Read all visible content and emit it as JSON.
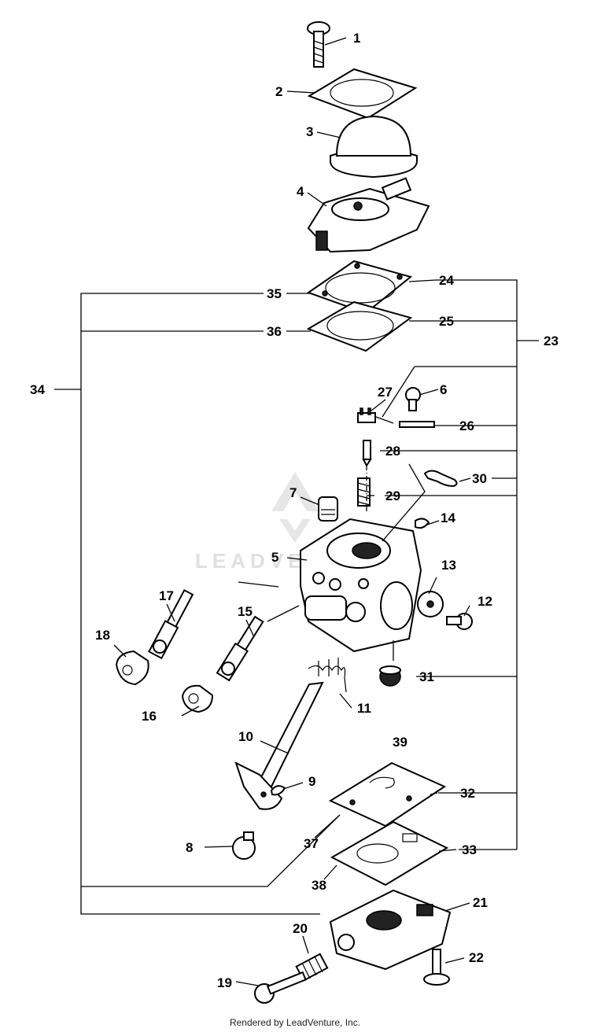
{
  "diagram": {
    "callouts": [
      "1",
      "2",
      "3",
      "4",
      "5",
      "6",
      "7",
      "8",
      "9",
      "10",
      "11",
      "12",
      "13",
      "14",
      "15",
      "16",
      "17",
      "18",
      "19",
      "20",
      "21",
      "22",
      "23",
      "24",
      "25",
      "26",
      "27",
      "28",
      "29",
      "30",
      "31",
      "32",
      "33",
      "34",
      "35",
      "36",
      "37",
      "38",
      "39"
    ],
    "watermark": "LEADVENTURE"
  },
  "footer": {
    "text": "Rendered by LeadVenture, Inc."
  }
}
